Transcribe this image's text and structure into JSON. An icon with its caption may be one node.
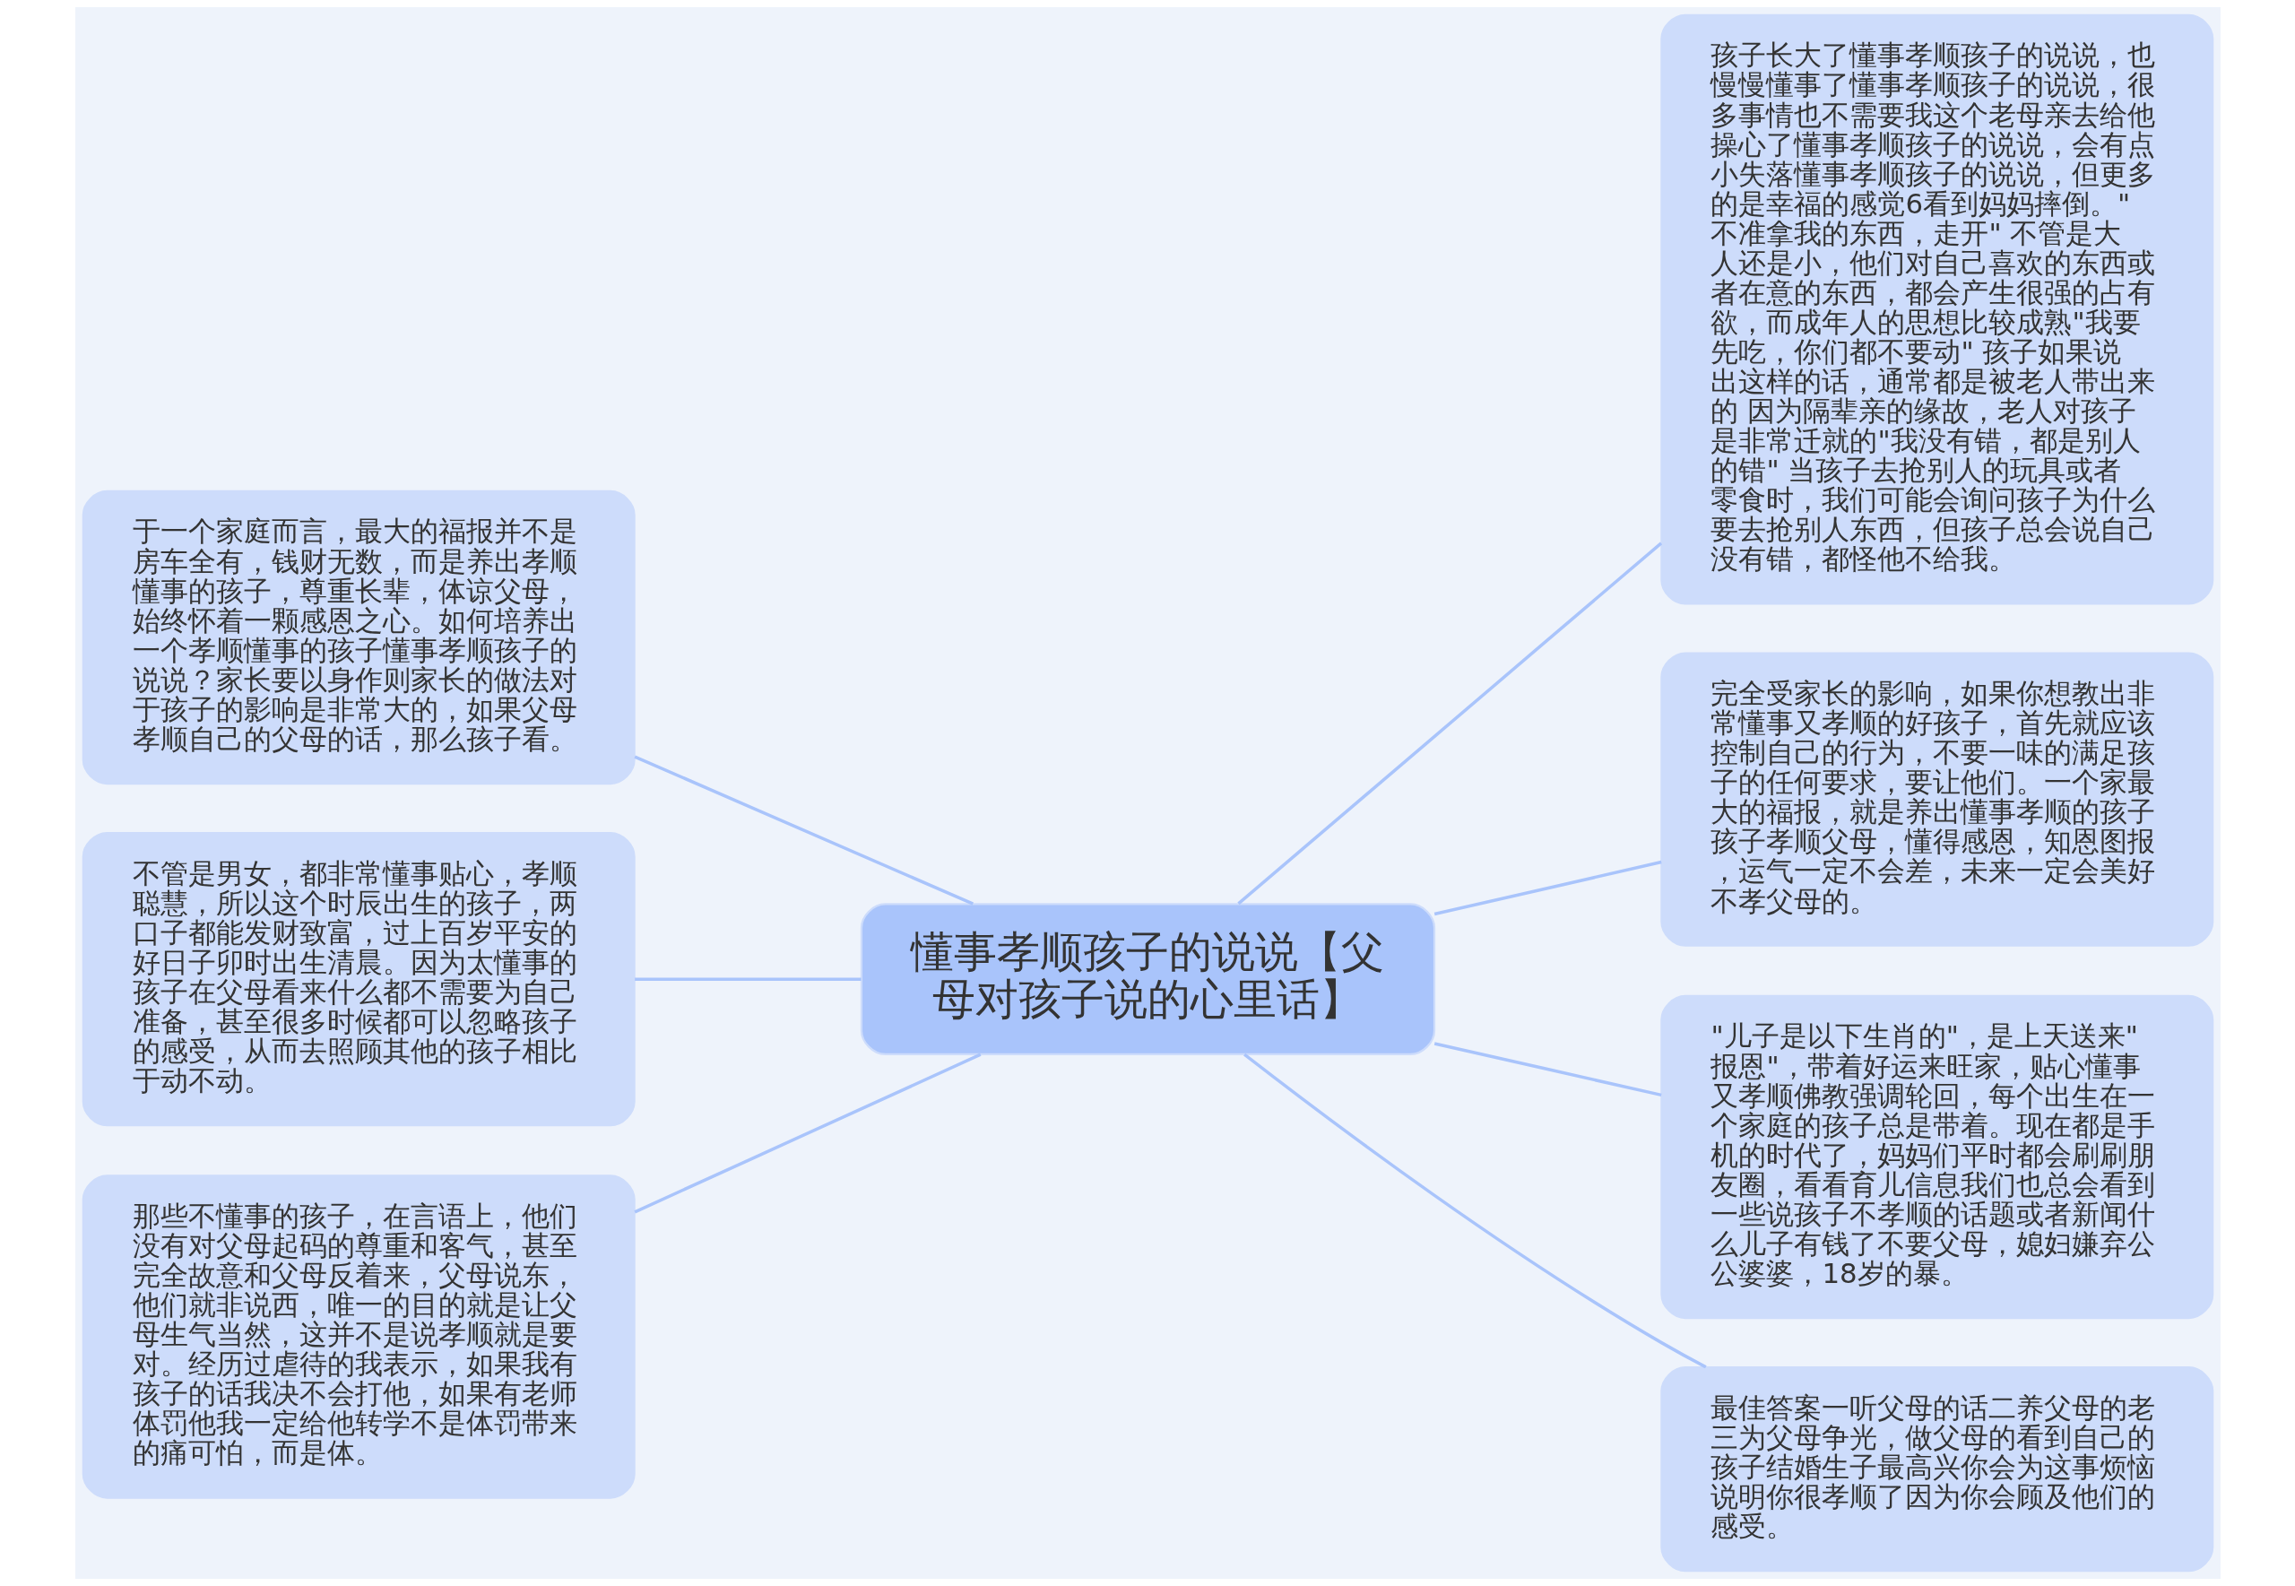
{
  "diagram": {
    "nodes": [
      {
        "text": [
          "懂事孝顺孩子的说说【父母对孩子说的心里话】"
        ]
      },
      {
        "text": [
          "于一个家庭而言，最大的福报并不是房车全有，钱财无数，而是养出孝顺懂事的孩子，尊重长辈，体谅父母，始终怀着一颗感恩之心。如何培养出一个孝顺懂事的孩子懂事孝顺孩子的说说？家长要以身作则家长的做法对于孩子的影响是非常大的，如果父母孝顺自己的父母的话，那么孩子看。"
        ]
      },
      {
        "text": [
          "不管是男女，都非常懂事贴心，孝顺聪慧，所以这个时辰出生的孩子，两口子都能发财致富，过上百岁平安的好日子卯时出生清晨。因为太懂事的孩子在父母看来什么都不需要为自己准备，甚至很多时候都可以忽略孩子的感受，从而去照顾其他的孩子相比于动不动。"
        ]
      },
      {
        "text": [
          "那些不懂事的孩子，在言语上，他们没有对父母起码的尊重和客气，甚至完全故意和父母反着来，父母说东，他们就非说西，唯一的目的就是让父母生气当然，这并不是说孝顺就是要对。经历过虐待的我表示，如果我有孩子的话我决不会打他，如果有老师体罚他我一定给他转学不是体罚带来的痛可怕，而是体。"
        ]
      },
      {
        "text": [
          "孩子长大了懂事孝顺孩子的说说，也慢慢懂事了懂事孝顺孩子的说说，很多事情也不需要我这个老母亲去给他操心了懂事孝顺孩子的说说，会有点小失落懂事孝顺孩子的说说，但更多的是幸福的感觉6看到妈妈摔倒。\"不准拿我的东西，走开\" 不管是大人还是小，他们对自己喜欢的东西或者在意的东西，都会产生很强的占有欲，而成年人的思想比较成熟\"我要先吃，你们都不要动\" 孩子如果说出这样的话，通常都是被老人带出来的 因为隔辈亲的缘故，老人对孩子是非常迁就的\"我没有错，都是别人的错\" 当孩子去抢别人的玩具或者零食时，我们可能会询问孩子为什么要去抢别人东西，但孩子总会说自己没有错，都怪他不给我。"
        ]
      },
      {
        "text": [
          "完全受家长的影响，如果你想教出非常懂事又孝顺的好孩子，首先就应该控制自己的行为，不要一味的满足孩子的任何要求，要让他们。一个家最大的福报，就是养出懂事孝顺的孩子孩子孝顺父母，懂得感恩，知恩图报，运气一定不会差，未来一定会美好不孝父母的。"
        ]
      },
      {
        "text": [
          "\"儿子是以下生肖的\"，是上天送来\"报恩\"，带着好运来旺家，贴心懂事又孝顺佛教强调轮回，每个出生在一个家庭的孩子总是带着。现在都是手机的时代了，妈妈们平时都会刷刷朋友圈，看看育儿信息我们也总会看到一些说孩子不孝顺的话题或者新闻什么儿子有钱了不要父母，媳妇嫌弃公公婆婆，18岁的暴。"
        ]
      },
      {
        "text": [
          "最佳答案一听父母的话二养父母的老三为父母争光，做父母的看到自己的孩子结婚生子最高兴你会为这事烦恼说明你很孝顺了因为你会顾及他们的感受。"
        ]
      }
    ],
    "edges": [
      {
        "from": 1,
        "to": 0,
        "arrow": "none"
      },
      {
        "from": 2,
        "to": 0,
        "arrow": "none"
      },
      {
        "from": 3,
        "to": 0,
        "arrow": "none"
      },
      {
        "from": 0,
        "to": 4,
        "arrow": "none"
      },
      {
        "from": 0,
        "to": 5,
        "arrow": "none"
      },
      {
        "from": 0,
        "to": 6,
        "arrow": "none"
      },
      {
        "from": 0,
        "to": 7,
        "arrow": "none"
      }
    ]
  }
}
